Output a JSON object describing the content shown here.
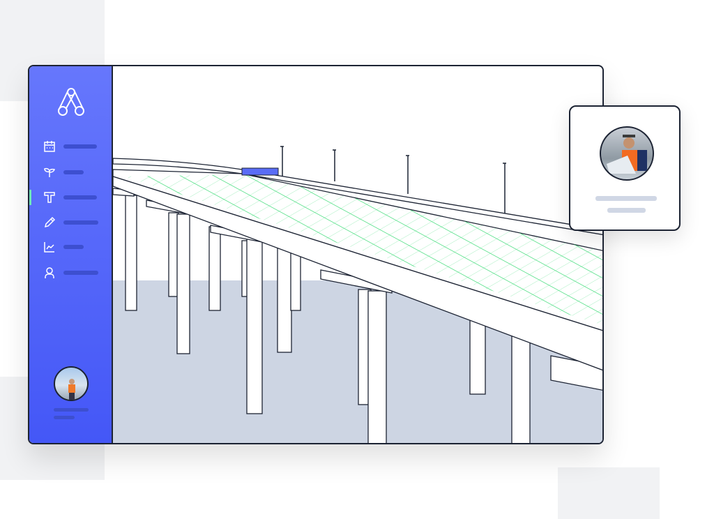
{
  "colors": {
    "sidebar_top": "#6677fc",
    "sidebar_bottom": "#4457f7",
    "sidebar_placeholder": "#3d4fd0",
    "active_indicator": "#6ee7b7",
    "deck_grid": "#4ade80",
    "ground": "#cdd5e3",
    "outline": "#1c2333",
    "card_placeholder": "#d0d7e5",
    "highlight_block": "#5a6df6"
  },
  "sidebar": {
    "logo": "app-logo",
    "items": [
      {
        "icon": "calendar-icon",
        "active": false
      },
      {
        "icon": "sprout-icon",
        "active": false
      },
      {
        "icon": "hammer-icon",
        "active": true
      },
      {
        "icon": "pencil-icon",
        "active": false
      },
      {
        "icon": "chart-icon",
        "active": false
      },
      {
        "icon": "user-icon",
        "active": false
      }
    ],
    "user_avatar": "worker-photo"
  },
  "profile_card": {
    "avatar": "engineer-photo"
  }
}
